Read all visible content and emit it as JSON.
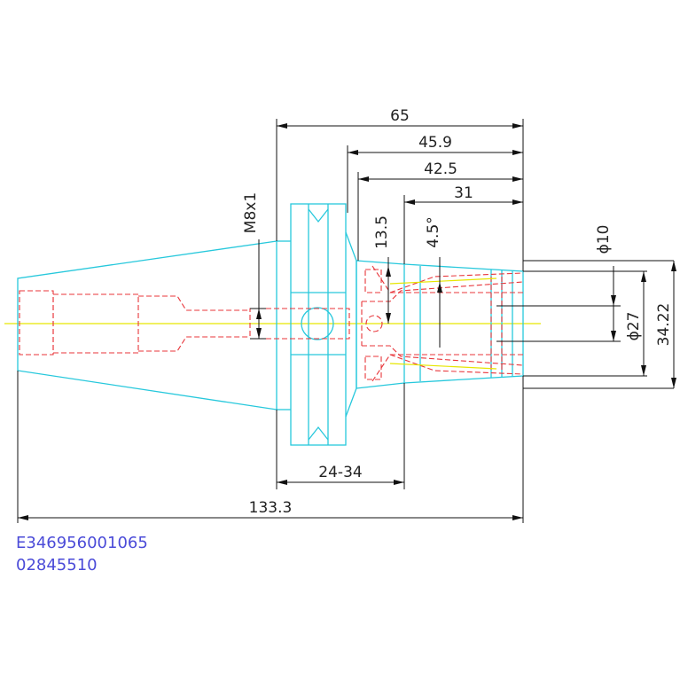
{
  "dimensions": {
    "d65": "65",
    "d45_9": "45.9",
    "d42_5": "42.5",
    "d31": "31",
    "m8x1": "M8x1",
    "d13_5": "13.5",
    "angle": "4.5°",
    "phi10": "ϕ10",
    "phi27": "ϕ27",
    "d34_22": "34.22",
    "range": "24-34",
    "d133_3": "133.3"
  },
  "reference": {
    "code1": "E346956001065",
    "code2": "02845510",
    "color": "#4b4bd8"
  },
  "colors": {
    "outline": "#27c8dc",
    "hidden": "#e8353a",
    "centerline": "#e6e600",
    "dimension": "#111111"
  }
}
